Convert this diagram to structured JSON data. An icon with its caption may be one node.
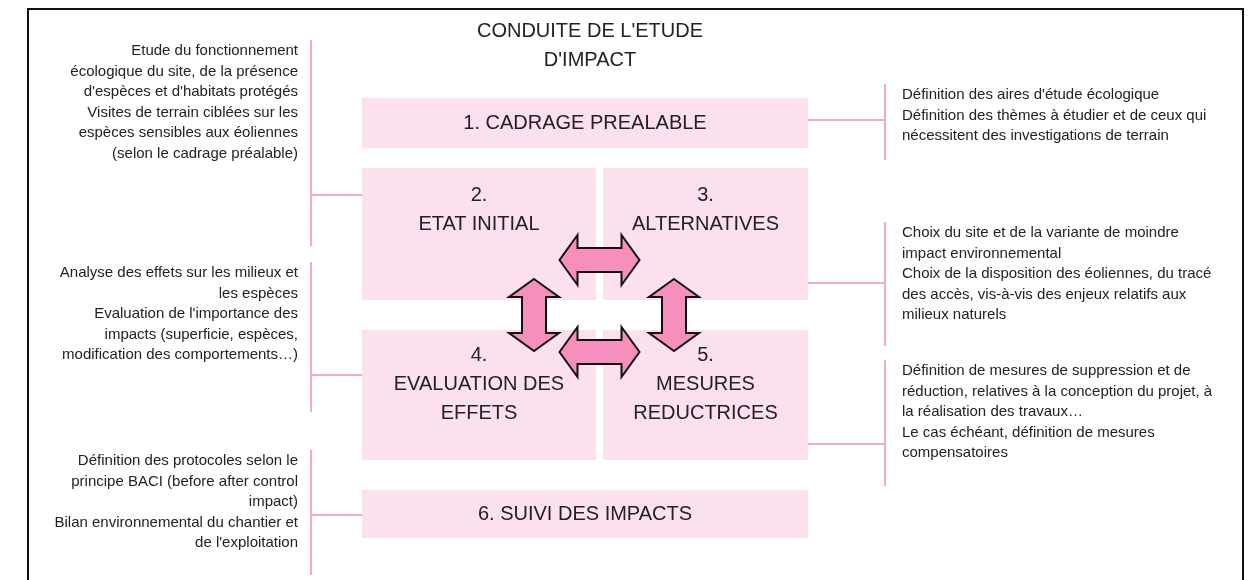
{
  "diagram": {
    "title": "CONDUITE DE L'ETUDE D'IMPACT",
    "nodes": [
      {
        "text": [
          "1. CADRAGE PREALABLE"
        ]
      },
      {
        "text": [
          "2. ETAT INITIAL"
        ]
      },
      {
        "text": [
          "3. ALTERNATIVES"
        ]
      },
      {
        "text": [
          "4. EVALUATION DES EFFETS"
        ]
      },
      {
        "text": [
          "5. MESURES REDUCTRICES"
        ]
      },
      {
        "text": [
          "6. SUIVI DES IMPACTS"
        ]
      },
      {
        "text": [
          "Etude du fonctionnement écologique du site, de la présence d'espèces et d'habitats protégés",
          "Visites de terrain ciblées sur les espèces sensibles aux éoliennes (selon le cadrage préalable)"
        ]
      },
      {
        "text": [
          "Définition des aires d'étude écologique",
          "Définition des thèmes à étudier et de ceux qui nécessitent des investigations de terrain"
        ]
      },
      {
        "text": [
          "Choix du site et de la variante de moindre impact environnemental",
          "Choix de la disposition des éoliennes, du tracé des accès, vis-à-vis des enjeux relatifs aux milieux naturels"
        ]
      },
      {
        "text": [
          "Analyse des effets sur les milieux et les espèces",
          "Evaluation de l'importance des impacts (superficie, espèces, modification des comportements…)"
        ]
      },
      {
        "text": [
          "Définition de mesures de suppression et de réduction, relatives à la conception du projet, à la réalisation des travaux…",
          "Le cas échéant, définition de mesures compensatoires"
        ]
      },
      {
        "text": [
          "Définition des protocoles selon le principe BACI (before after control impact)",
          "Bilan environnemental du chantier et de l'exploitation"
        ]
      }
    ],
    "edges": [
      {
        "from": 1,
        "to": 2,
        "arrow": "both"
      },
      {
        "from": 3,
        "to": 4,
        "arrow": "both"
      },
      {
        "from": 1,
        "to": 3,
        "arrow": "both"
      },
      {
        "from": 2,
        "to": 4,
        "arrow": "both"
      },
      {
        "from": 6,
        "to": 1,
        "arrow": "none"
      },
      {
        "from": 7,
        "to": 0,
        "arrow": "none"
      },
      {
        "from": 8,
        "to": 2,
        "arrow": "none"
      },
      {
        "from": 9,
        "to": 3,
        "arrow": "none"
      },
      {
        "from": 10,
        "to": 4,
        "arrow": "none"
      },
      {
        "from": 11,
        "to": 5,
        "arrow": "none"
      }
    ]
  }
}
